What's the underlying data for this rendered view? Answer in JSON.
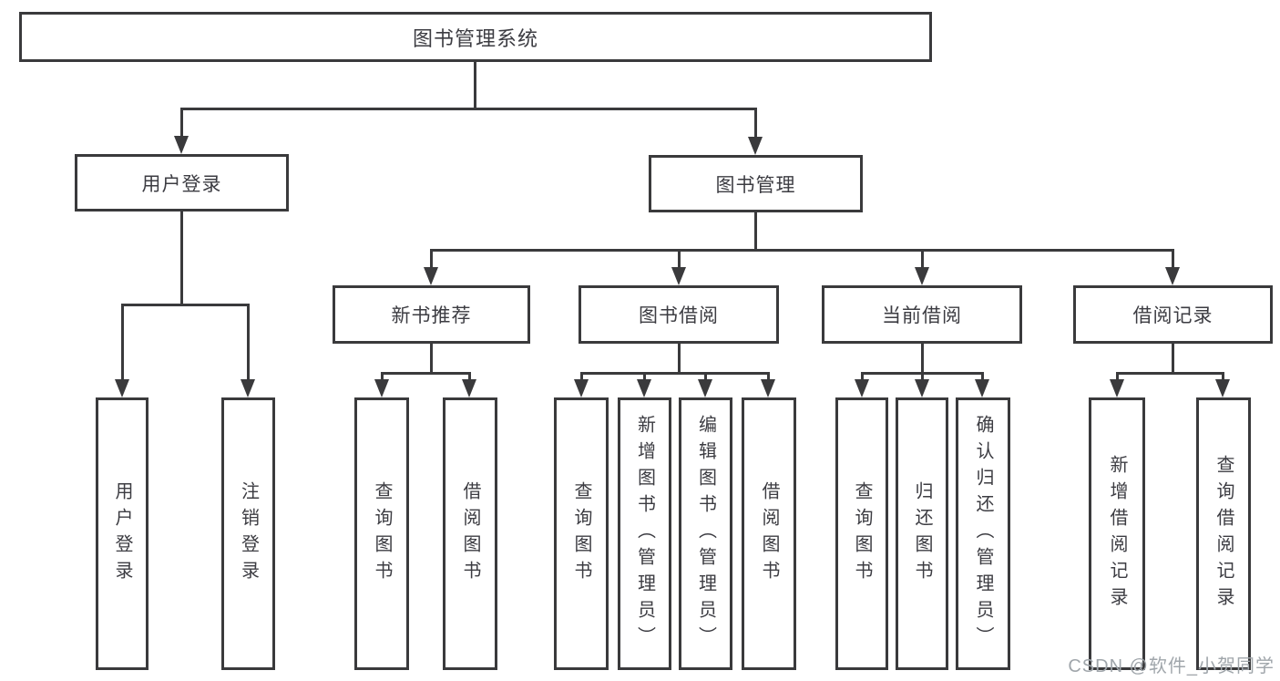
{
  "colors": {
    "line": "#3a3a3c",
    "ink": "#3c3c42",
    "background": "#ffffff",
    "watermark": "#a0a6ab"
  },
  "nodes": {
    "root": {
      "label": "图书管理系统"
    },
    "user_login": {
      "label": "用户登录"
    },
    "book_mgmt": {
      "label": "图书管理"
    },
    "new_book_rec": {
      "label": "新书推荐"
    },
    "book_borrow": {
      "label": "图书借阅"
    },
    "current_borrow": {
      "label": "当前借阅"
    },
    "borrow_records": {
      "label": "借阅记录"
    },
    "leaf_user_login": {
      "label": "用户登录"
    },
    "leaf_logout": {
      "label": "注销登录"
    },
    "leaf_query_book_rec": {
      "label": "查询图书"
    },
    "leaf_borrow_book_rec": {
      "label": "借阅图书"
    },
    "leaf_query_book_borrow": {
      "label": "查询图书"
    },
    "leaf_add_book": {
      "label": "新增图书（管理员）"
    },
    "leaf_edit_book": {
      "label": "编辑图书（管理员）"
    },
    "leaf_borrow_book_borrow": {
      "label": "借阅图书"
    },
    "leaf_query_book_current": {
      "label": "查询图书"
    },
    "leaf_return_book": {
      "label": "归还图书"
    },
    "leaf_confirm_return": {
      "label": "确认归还（管理员）"
    },
    "leaf_add_record": {
      "label": "新增借阅记录"
    },
    "leaf_query_record": {
      "label": "查询借阅记录"
    }
  },
  "watermark": {
    "text": "CSDN @软件_小贺同学"
  }
}
